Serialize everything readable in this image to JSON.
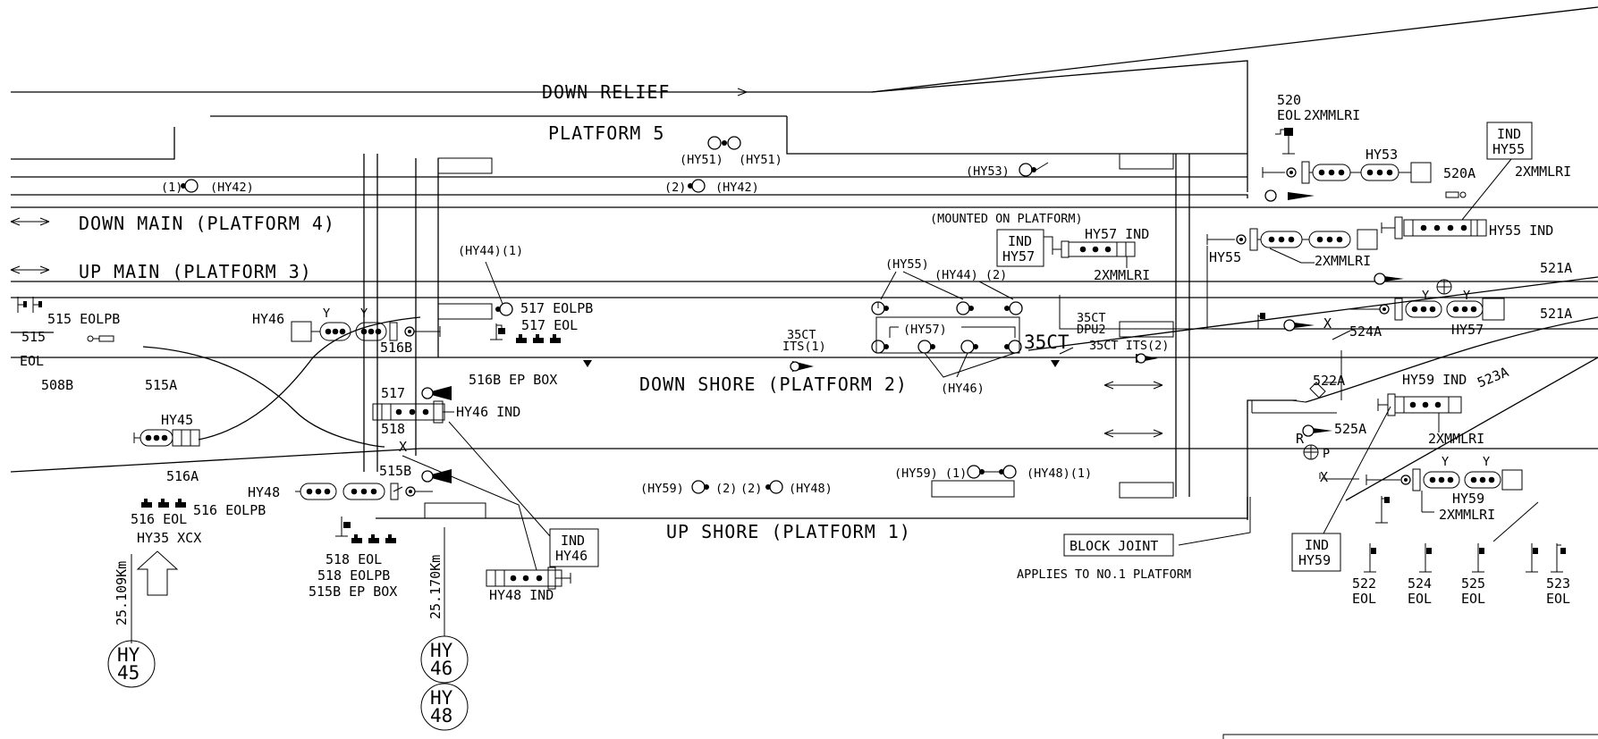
{
  "tracks": {
    "down_relief": "DOWN RELIEF",
    "platform_5": "PLATFORM 5",
    "down_main": "DOWN MAIN (PLATFORM 4)",
    "up_main": "UP MAIN  (PLATFORM 3)",
    "down_shore": "DOWN SHORE (PLATFORM 2)",
    "up_shore": "UP SHORE (PLATFORM 1)"
  },
  "signal_labels": {
    "hy42_a": "(1)",
    "hy42_a2": "(HY42)",
    "hy42_b": "(2)",
    "hy42_b2": "(HY42)",
    "hy51_a": "(HY51)",
    "hy51_b": "(HY51)",
    "hy53_sub": "(HY53)",
    "hy44_1": "(HY44)(1)",
    "hy55_sub": "(HY55)",
    "hy44_2": "(HY44) (2)",
    "hy57_sub": "(HY57)",
    "hy46_sub": "(HY46)",
    "hy59_1": "(HY59) (1)",
    "hy48_1": "(HY48)(1)",
    "hy59_2": "(HY59)",
    "hy59_2n": "(2)",
    "hy48_2n": "(2)",
    "hy48_2": "(HY48)",
    "mounted": "(MOUNTED ON PLATFORM)"
  },
  "signals": {
    "hy46": "HY46",
    "hy45": "HY45",
    "hy48": "HY48",
    "hy53": "HY53",
    "hy55": "HY55",
    "hy57": "HY57",
    "hy59": "HY59",
    "hy55_ind": "HY55 IND",
    "hy57_ind": "HY57 IND",
    "hy59_ind": "HY59 IND",
    "hy46_ind": "HY46 IND",
    "hy48_ind": "HY48 IND",
    "hy35": "HY35  XCX",
    "y": "Y"
  },
  "boxes": {
    "ind_hy55_a": "IND",
    "ind_hy55_b": "HY55",
    "ind_hy57_a": "IND",
    "ind_hy57_b": "HY57",
    "ind_hy46_a": "IND",
    "ind_hy46_b": "HY46",
    "ind_hy59_a": "IND",
    "ind_hy59_b": "HY59",
    "block_joint": "BLOCK JOINT",
    "applies": "APPLIES TO NO.1 PLATFORM"
  },
  "equipment": {
    "e515_eolpb": "515 EOLPB",
    "e515": "515",
    "eol": "EOL",
    "e508b": "508B",
    "e515a": "515A",
    "e516a": "516A",
    "e516_eol": "516 EOL",
    "e516_eolpb": "516 EOLPB",
    "e516b": "516B",
    "e516b_ep": "516B EP BOX",
    "e517": "517",
    "e517_eolpb": "517 EOLPB",
    "e517_eol": "517 EOL",
    "e518": "518",
    "e515b": "515B",
    "e518_eol": "518 EOL",
    "e518_eolpb": "518 EOLPB",
    "e515b_ep": "515B EP BOX",
    "e520": "520",
    "e520_eol": "EOL",
    "xmml": "2XMMLRI",
    "e520a": "520A",
    "e521a": "521A",
    "e524a": "524A",
    "e522a": "522A",
    "e525a": "525A",
    "e523a": "523A",
    "e35ct": "35CT",
    "e35ct_its1_a": "35CT",
    "e35ct_its1_b": "ITS(1)",
    "e35ct_dpu2_a": "35CT",
    "e35ct_dpu2_b": "DPU2",
    "e35ct_its2": "35CT ITS(2)",
    "eol_522": "522",
    "eol_524": "524",
    "eol_525": "525",
    "eol_523": "523",
    "eol_word": "EOL",
    "r": "R",
    "p": "P",
    "x": "X"
  },
  "mileage": {
    "m1": "25.109Km",
    "m2": "25.170Km"
  },
  "circles": {
    "hy45_a": "HY",
    "hy45_b": "45",
    "hy46_a": "HY",
    "hy46_b": "46",
    "hy48_a": "HY",
    "hy48_b": "48"
  }
}
